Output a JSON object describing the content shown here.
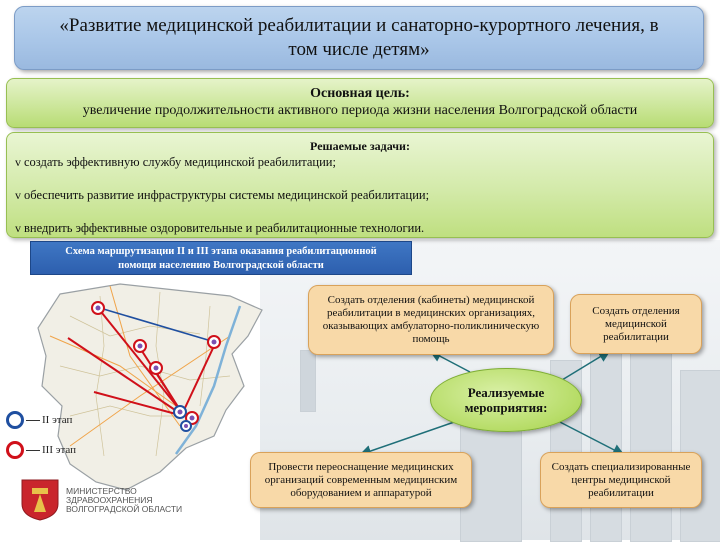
{
  "title": "«Развитие медицинской реабилитации и санаторно-курортного лечения, в том числе детям»",
  "goal": {
    "heading": "Основная цель:",
    "text": "увеличение продолжительности активного периода жизни населения Волгоградской области"
  },
  "tasks": {
    "heading": "Решаемые задачи:",
    "bullet": "v",
    "items": [
      "создать эффективную службу медицинской реабилитации;",
      "обеспечить развитие инфраструктуры системы медицинской реабилитации;",
      "внедрить эффективные оздоровительные и реабилитационные технологии."
    ]
  },
  "scheme": {
    "line1": "Схема маршрутизации II и III этапа оказания реабилитационной",
    "line2": "помощи населению Волгоградской области"
  },
  "legend": {
    "stage2": "II этап",
    "stage3": "III этап",
    "stage2_color": "#1f4fa0",
    "stage3_color": "#d0101a"
  },
  "ministry": {
    "line1": "МИНИСТЕРСТВО",
    "line2": "ЗДРАВООХРАНЕНИЯ",
    "line3": "ВОЛГОГРАДСКОЙ ОБЛАСТИ"
  },
  "center": "Реализуемые мероприятия:",
  "bubbles": {
    "cabinets": "Создать отделения (кабинеты) медицинской реабилитации в медицинских организациях, оказывающих амбулаторно-поликлиническую помощь",
    "departments": "Создать отделения медицинской реабилитации",
    "equipment": "Провести переоснащение медицинских организаций современным медицинским оборудованием и аппаратурой",
    "centers": "Создать специализированные центры медицинской реабилитации"
  },
  "colors": {
    "title_bg": "#a9c6e8",
    "goal_bg": "#cfe8a0",
    "scheme_bg": "#2d5fae",
    "bubble_bg": "#f8d9a8",
    "oval_bg": "#b6dc66",
    "arrow": "#1f6f78"
  }
}
